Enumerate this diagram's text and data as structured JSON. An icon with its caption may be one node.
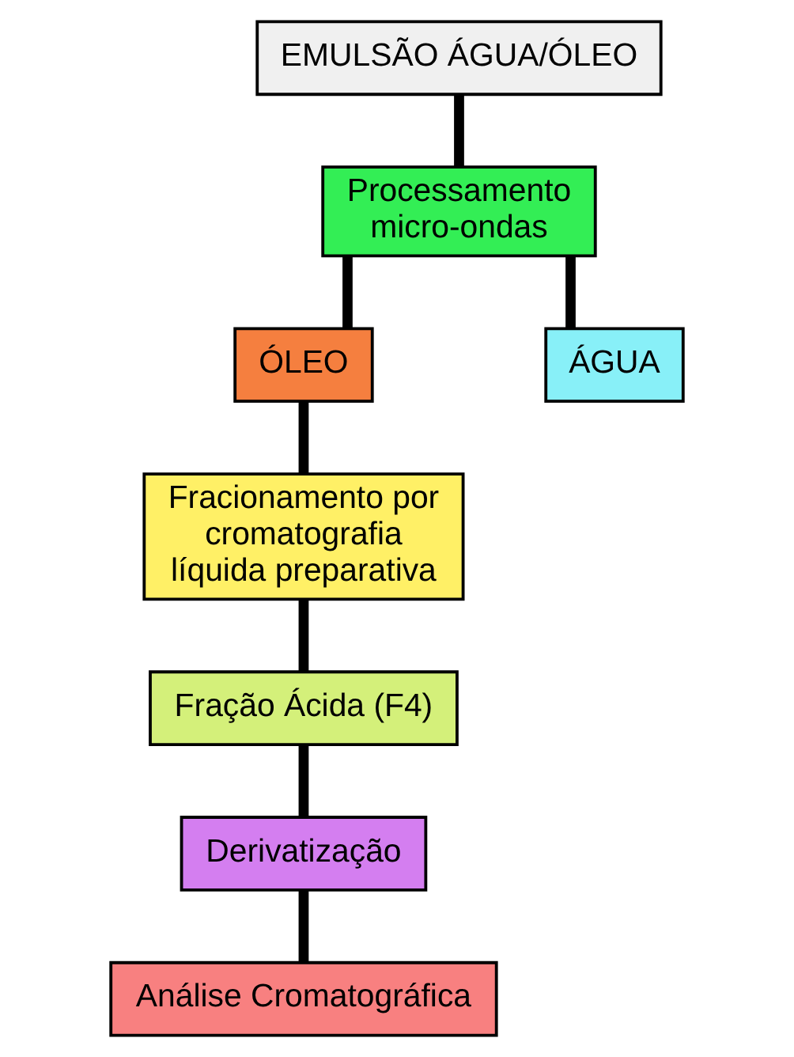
{
  "diagram": {
    "nodes": [
      {
        "text": [
          "EMULSÃO ÁGUA/ÓLEO"
        ]
      },
      {
        "text": [
          "Processamento micro-ondas"
        ]
      },
      {
        "text": [
          "ÓLEO"
        ]
      },
      {
        "text": [
          "ÁGUA"
        ]
      },
      {
        "text": [
          "Fracionamento por cromatografia líquida preparativa"
        ]
      },
      {
        "text": [
          "Fração Ácida (F4)"
        ]
      },
      {
        "text": [
          "Derivatização"
        ]
      },
      {
        "text": [
          "Análise Cromatográfica"
        ]
      }
    ],
    "edges": [
      {
        "from": 0,
        "to": 1,
        "arrow": "none"
      },
      {
        "from": 1,
        "to": 2,
        "arrow": "none"
      },
      {
        "from": 1,
        "to": 3,
        "arrow": "none"
      },
      {
        "from": 2,
        "to": 4,
        "arrow": "none"
      },
      {
        "from": 4,
        "to": 5,
        "arrow": "none"
      },
      {
        "from": 5,
        "to": 6,
        "arrow": "none"
      },
      {
        "from": 6,
        "to": 7,
        "arrow": "none"
      }
    ]
  }
}
